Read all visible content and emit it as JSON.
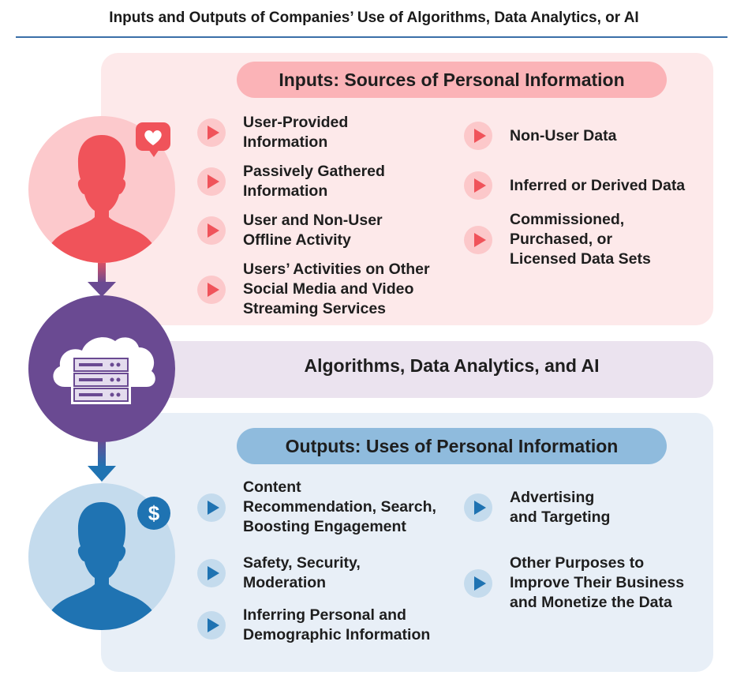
{
  "title": "Inputs and Outputs of Companies’ Use of Algorithms, Data Analytics, or AI",
  "inputs": {
    "heading": "Inputs: Sources of Personal Information",
    "left_items": [
      "User-Provided\nInformation",
      "Passively Gathered\nInformation",
      "User and Non-User\nOffline Activity",
      "Users’ Activities on Other\nSocial Media and Video\nStreaming Services"
    ],
    "right_items": [
      "Non-User Data",
      "Inferred or Derived Data",
      "Commissioned,\nPurchased, or\nLicensed Data Sets"
    ]
  },
  "process": {
    "label": "Algorithms, Data Analytics, and AI"
  },
  "outputs": {
    "heading": "Outputs: Uses of Personal Information",
    "left_items": [
      "Content\nRecommendation, Search,\nBoosting Engagement",
      "Safety, Security,\nModeration",
      "Inferring Personal and\nDemographic Information"
    ],
    "right_items": [
      "Advertising\nand Targeting",
      "Other Purposes to\nImprove Their Business\nand Monetize the Data"
    ]
  },
  "icons": {
    "input_person": "user-silhouette-icon",
    "heart_badge": "heart-speech-bubble-icon",
    "process": "cloud-server-icon",
    "output_person": "user-silhouette-icon",
    "money_badge": "dollar-sign-icon",
    "bullet": "play-triangle-icon"
  },
  "colors": {
    "inputs_accent": "#f0535a",
    "inputs_panel": "#fde9ea",
    "process_accent": "#6a4a92",
    "process_panel": "#ebe3ef",
    "outputs_accent": "#1f73b2",
    "outputs_panel": "#e8eff7"
  }
}
